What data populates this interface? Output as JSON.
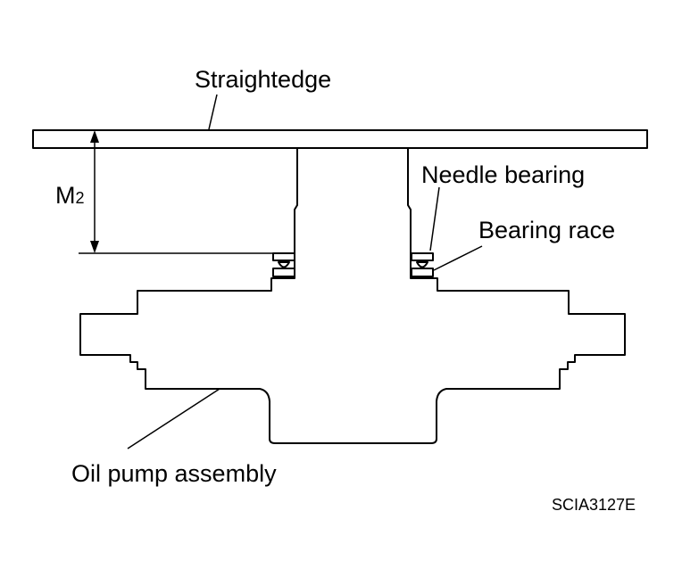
{
  "labels": {
    "straightedge": "Straightedge",
    "dimension": "M",
    "dimension_sub": "2",
    "needle_bearing": "Needle bearing",
    "bearing_race": "Bearing race",
    "oil_pump": "Oil pump assembly",
    "figure_code": "SCIA3127E"
  }
}
